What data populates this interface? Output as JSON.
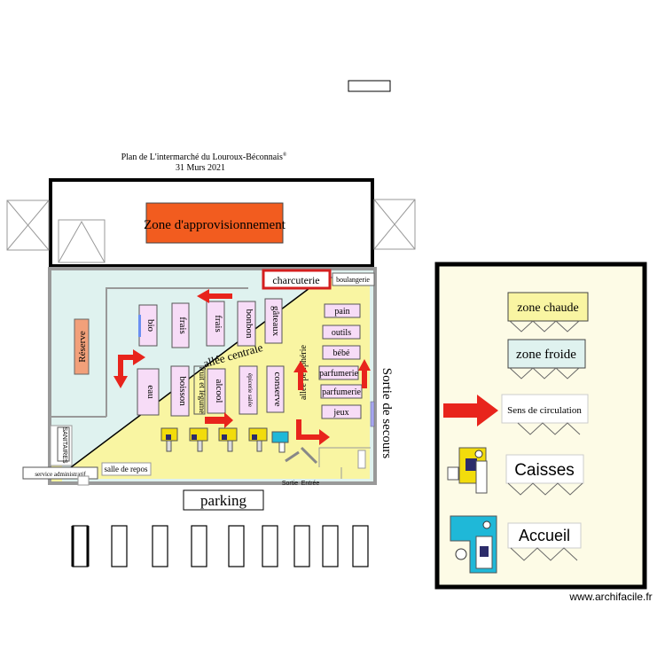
{
  "title": "Plan de L'intermarché du Louroux-Béconnais",
  "title_sup": "®",
  "date": "31 Murs 2021",
  "supply_zone": "Zone d'approvisionnement",
  "charcuterie": "charcuterie",
  "boulangerie": "boulangerie",
  "reserve": "Réserve",
  "allee_centrale": "allée centrale",
  "allee_peripherique": "allée périphérie",
  "sortie_secours": "Sortie de secours",
  "sanitaires": "SANITAIRES",
  "salle_repos": "salle de repos",
  "service_admin": "service administratif",
  "sortie": "Sortie",
  "entree": "Entrée",
  "parking": "parking",
  "watermark": "www.archifacile.fr",
  "rayons_top": [
    "bio",
    "frais",
    "frais",
    "bonbon",
    "gâteaux"
  ],
  "rayons_bottom": [
    "eau",
    "boisson",
    "fruit et légume",
    "alcool",
    "épicerie salée",
    "conserve"
  ],
  "rayons_right": [
    "pain",
    "outils",
    "bébé",
    "parfumerie",
    "parfumerie",
    "jeux"
  ],
  "legend": {
    "zone_chaude": "zone chaude",
    "zone_froide": "zone froide",
    "sens": "Sens de circulation",
    "caisses": "Caisses",
    "accueil": "Accueil"
  },
  "colors": {
    "cold": "#dff2ef",
    "hot": "#f9f5a2",
    "shelf": "#f7dcf7",
    "supply": "#f25c1f",
    "reserve": "#f2a07a",
    "arrow": "#e8241c",
    "legend_bg": "#fdfbe6",
    "checkout_yellow": "#f2dc0c",
    "accueil_cyan": "#1fb8d8"
  }
}
